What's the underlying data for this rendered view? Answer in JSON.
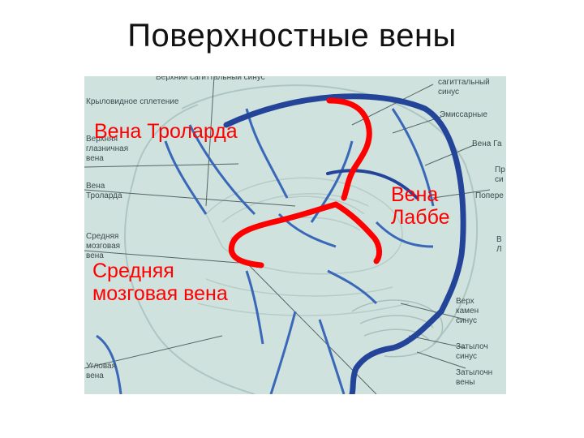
{
  "slide": {
    "title": "Поверхностные вены"
  },
  "figure": {
    "annotations": {
      "trolard": "Вена Троларда",
      "labbe": "Вена\nЛаббе",
      "middle": "Средняя\nмозговая вена"
    },
    "print_labels": {
      "top_sinus": "Верхний сагиттальный синус",
      "pterygoid": "Крыловидное сплетение",
      "sagittal_right": "сагиттальный\nсинус",
      "emissary": "Эмиссарные",
      "galen": "Вена Га",
      "left_upper": "Верхняя\nглазничная\nвена",
      "left_trolard": "Вена\nТроларда",
      "left_middle": "Средняя\nмозговая\nвена",
      "right_straight": "Пр\nси",
      "right_transverse": "Попере",
      "right_v": "В\nЛ",
      "right_petrosal": "Верх\nкамен\nсинус",
      "right_occipital": "Затылоч\nсинус",
      "right_occ_veins": "Затылочн\nвены",
      "angular": "Угловая\nвена"
    },
    "colors": {
      "background": "#cfe2de",
      "venous_sinus": "#24449a",
      "annotation": "#ff0000",
      "vein": "#3a68b8"
    }
  }
}
